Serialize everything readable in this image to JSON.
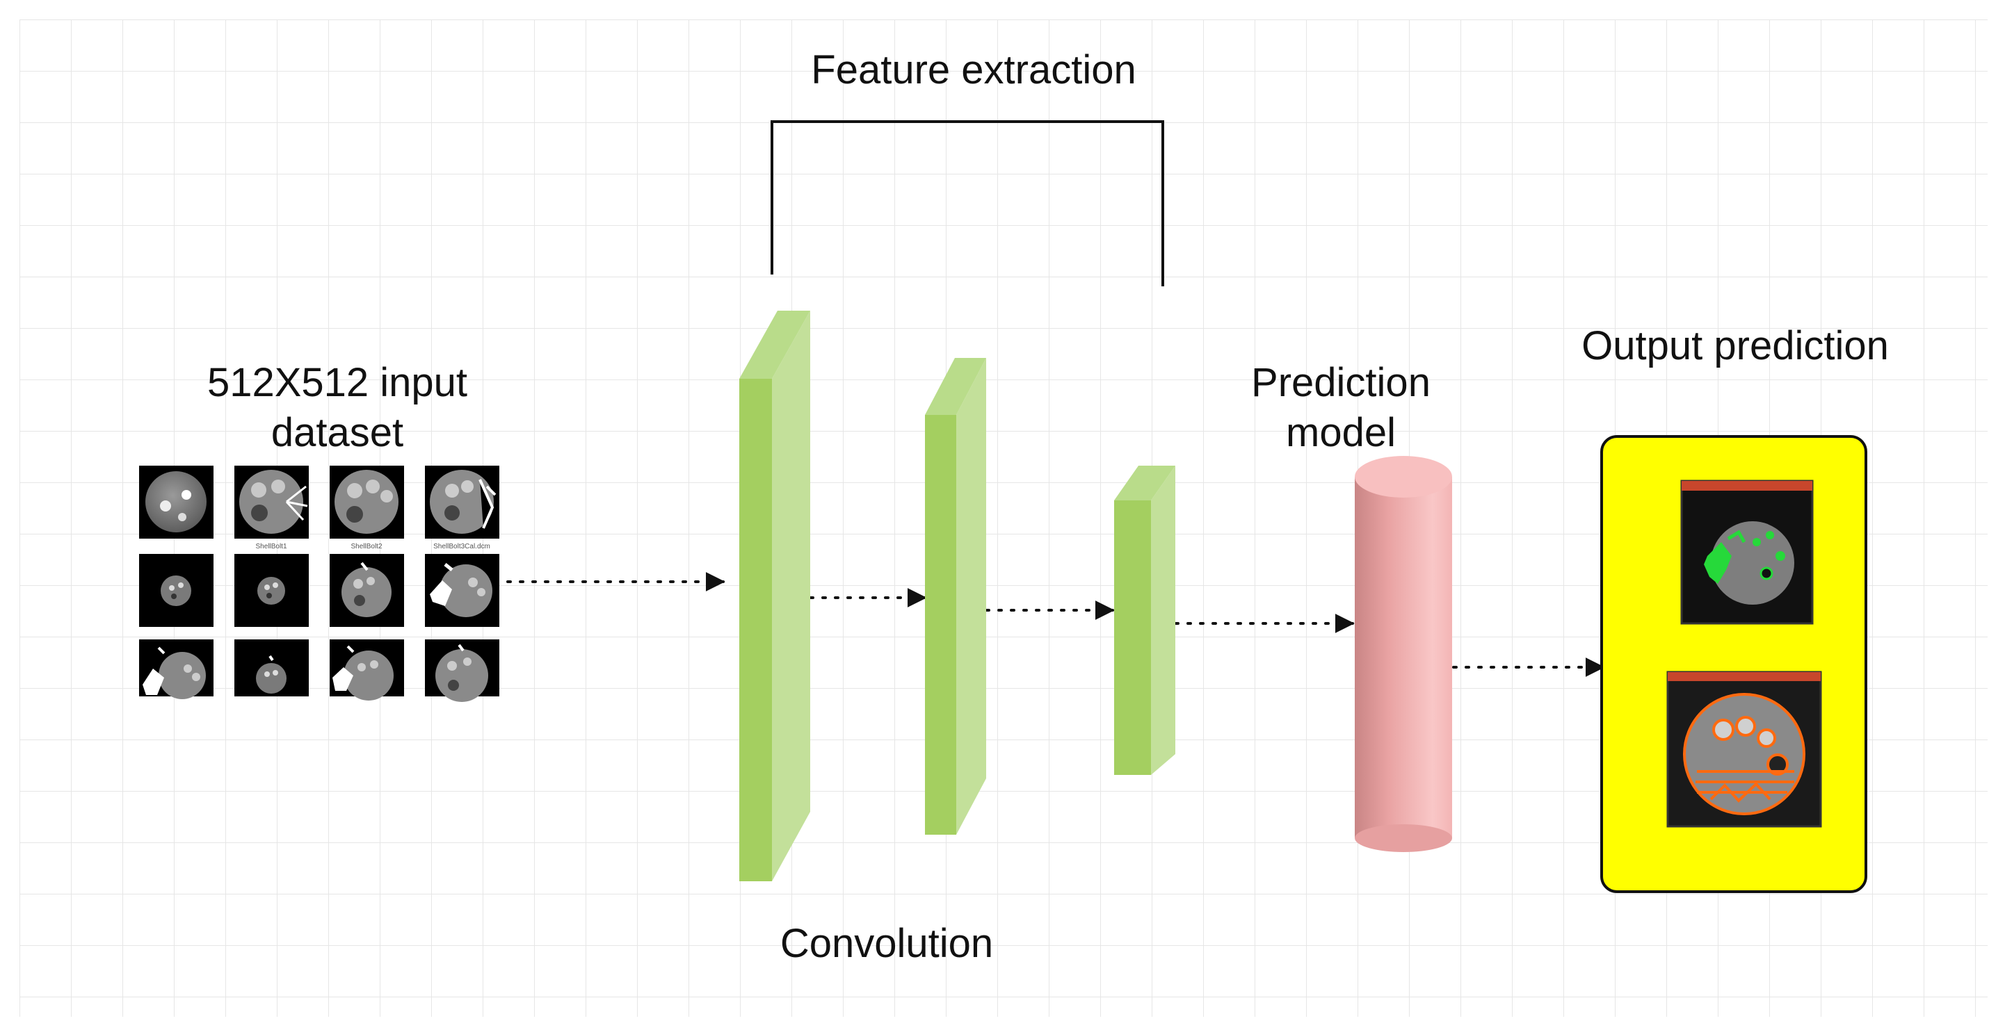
{
  "labels": {
    "feature_extraction": "Feature extraction",
    "input_line1": "512X512 input",
    "input_line2": "dataset",
    "prediction_line1": "Prediction",
    "prediction_line2": "model",
    "output_prediction": "Output prediction",
    "convolution": "Convolution"
  },
  "input_thumbnails": {
    "captions": [
      "",
      "ShellBolt1",
      "ShellBolt2",
      "ShellBolt3Cal.dcm",
      "",
      "",
      "",
      "",
      "",
      "",
      "",
      ""
    ]
  },
  "colors": {
    "grid": "#e6e6e6",
    "layer_front": "#a4cf60",
    "layer_side": "#c3e09a",
    "layer_top": "#b9dc8a",
    "cylinder": "#f0a9a9",
    "output_panel": "#ffff00",
    "detect_green": "#26d93a",
    "detect_orange": "#ff6a10"
  },
  "icons": {
    "arrow": "arrowhead-right",
    "cylinder": "cylinder-shape"
  }
}
